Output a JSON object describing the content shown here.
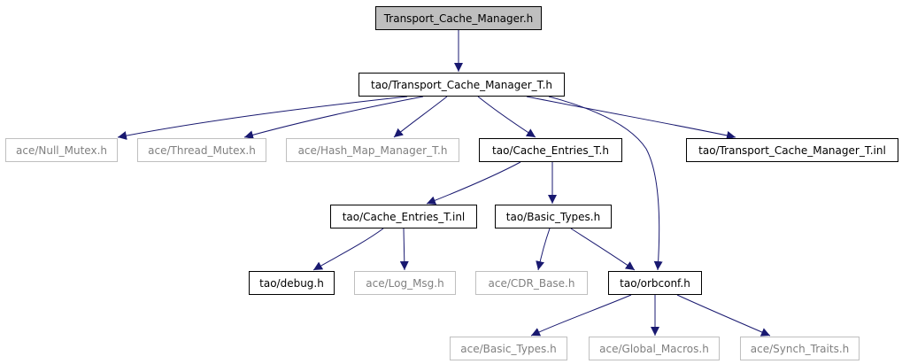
{
  "diagram": {
    "nodes": [
      {
        "id": "root",
        "label": "Transport_Cache_Manager.h",
        "kind": "root"
      },
      {
        "id": "tcmt",
        "label": "tao/Transport_Cache_Manager_T.h",
        "kind": "internal"
      },
      {
        "id": "nullmutex",
        "label": "ace/Null_Mutex.h",
        "kind": "external"
      },
      {
        "id": "threadmutex",
        "label": "ace/Thread_Mutex.h",
        "kind": "external"
      },
      {
        "id": "hashmap",
        "label": "ace/Hash_Map_Manager_T.h",
        "kind": "external"
      },
      {
        "id": "cacheentries",
        "label": "tao/Cache_Entries_T.h",
        "kind": "internal"
      },
      {
        "id": "tcmtinl",
        "label": "tao/Transport_Cache_Manager_T.inl",
        "kind": "internal"
      },
      {
        "id": "cacheentriesinl",
        "label": "tao/Cache_Entries_T.inl",
        "kind": "internal"
      },
      {
        "id": "basictypes",
        "label": "tao/Basic_Types.h",
        "kind": "internal"
      },
      {
        "id": "debug",
        "label": "tao/debug.h",
        "kind": "internal"
      },
      {
        "id": "logmsg",
        "label": "ace/Log_Msg.h",
        "kind": "external"
      },
      {
        "id": "cdrbase",
        "label": "ace/CDR_Base.h",
        "kind": "external"
      },
      {
        "id": "orbconf",
        "label": "tao/orbconf.h",
        "kind": "internal"
      },
      {
        "id": "acebasictypes",
        "label": "ace/Basic_Types.h",
        "kind": "external"
      },
      {
        "id": "globalmacros",
        "label": "ace/Global_Macros.h",
        "kind": "external"
      },
      {
        "id": "synchtraits",
        "label": "ace/Synch_Traits.h",
        "kind": "external"
      }
    ],
    "edges": [
      [
        "root",
        "tcmt"
      ],
      [
        "tcmt",
        "nullmutex"
      ],
      [
        "tcmt",
        "threadmutex"
      ],
      [
        "tcmt",
        "hashmap"
      ],
      [
        "tcmt",
        "cacheentries"
      ],
      [
        "tcmt",
        "tcmtinl"
      ],
      [
        "tcmt",
        "orbconf"
      ],
      [
        "cacheentries",
        "cacheentriesinl"
      ],
      [
        "cacheentries",
        "basictypes"
      ],
      [
        "cacheentriesinl",
        "debug"
      ],
      [
        "cacheentriesinl",
        "logmsg"
      ],
      [
        "basictypes",
        "cdrbase"
      ],
      [
        "basictypes",
        "orbconf"
      ],
      [
        "orbconf",
        "acebasictypes"
      ],
      [
        "orbconf",
        "globalmacros"
      ],
      [
        "orbconf",
        "synchtraits"
      ]
    ],
    "colors": {
      "edge": "#191970",
      "root_fill": "#bfbfbf",
      "external_border": "#bfbfbf",
      "external_text": "#808080"
    }
  }
}
